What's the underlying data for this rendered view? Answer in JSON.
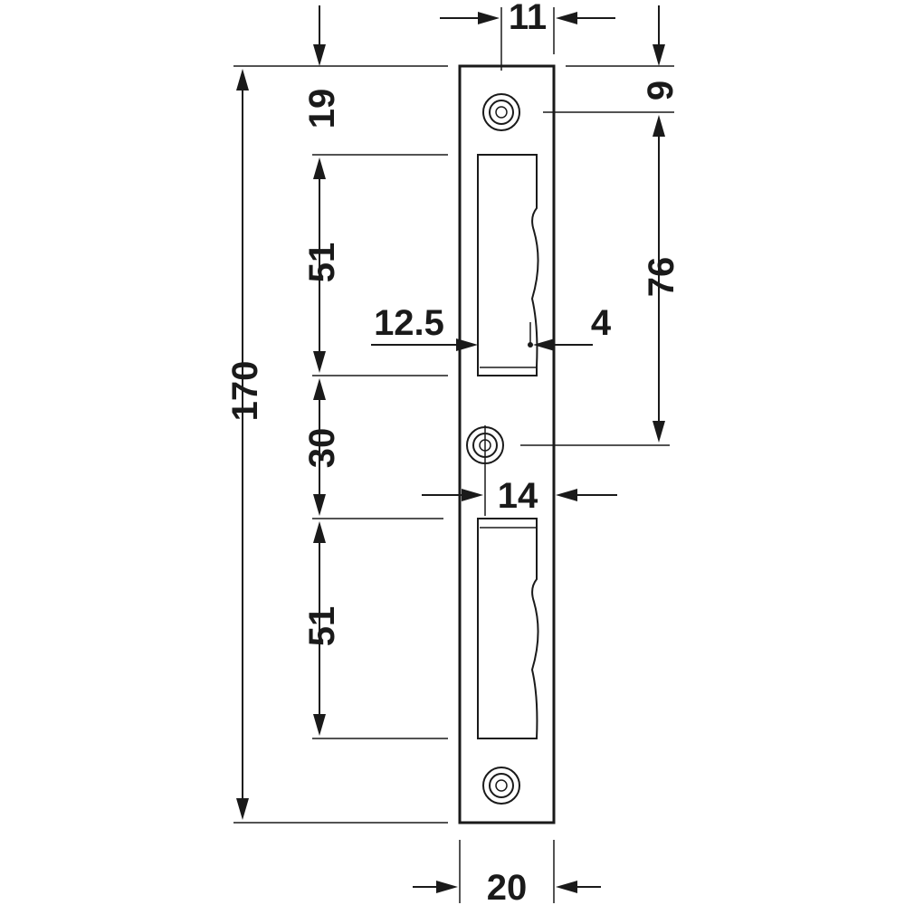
{
  "dimensions": {
    "total_length": "170",
    "top_to_hole": "19",
    "upper_opening": "51",
    "middle_gap": "30",
    "lower_opening": "51",
    "hole_to_top_edge": "9",
    "hole_spacing": "76",
    "hole_inset": "11",
    "opening_offset": "12.5",
    "opening_depth": "4",
    "middle_hole_width": "14",
    "plate_width": "20"
  }
}
